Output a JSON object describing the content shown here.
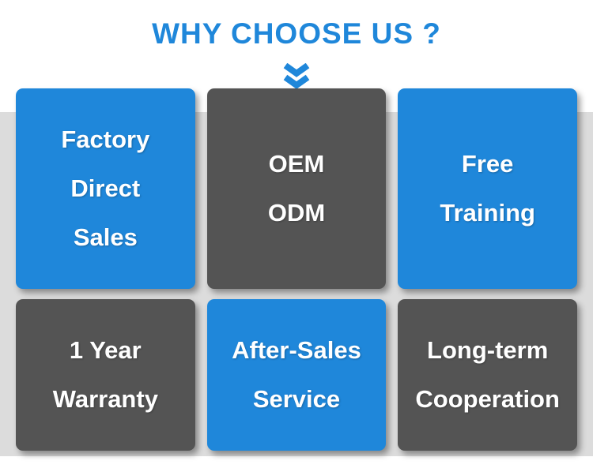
{
  "title": "WHY CHOOSE US ?",
  "colors": {
    "blue": "#1f87da",
    "dark": "#545454",
    "band": "#dcdcdc",
    "card_text": "#ffffff"
  },
  "icons": {
    "chevron_down": "double-chevron-down-icon"
  },
  "cards": [
    {
      "id": "factory-direct-sales",
      "style": "blue",
      "lines": [
        "Factory",
        "Direct",
        "Sales"
      ]
    },
    {
      "id": "oem-odm",
      "style": "dark",
      "lines": [
        "OEM",
        "ODM"
      ]
    },
    {
      "id": "free-training",
      "style": "blue",
      "lines": [
        "Free",
        "Training"
      ]
    },
    {
      "id": "one-year-warranty",
      "style": "dark",
      "lines": [
        "1 Year",
        "Warranty"
      ]
    },
    {
      "id": "after-sales-service",
      "style": "blue",
      "lines": [
        "After-Sales",
        "Service"
      ]
    },
    {
      "id": "long-term-cooperation",
      "style": "dark",
      "lines": [
        "Long-term",
        "Cooperation"
      ]
    }
  ]
}
